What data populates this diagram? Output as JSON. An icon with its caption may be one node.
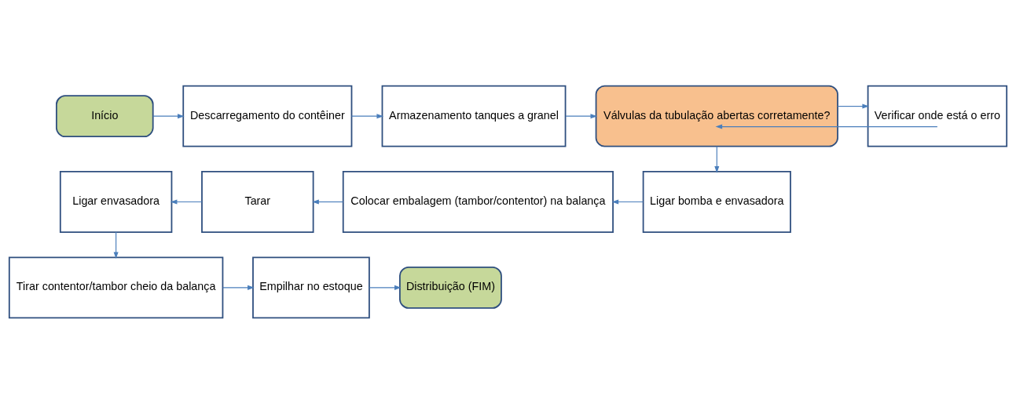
{
  "diagram": {
    "nodes": [
      {
        "text": [
          "Início"
        ]
      },
      {
        "text": [
          "Descarregamento do contêiner"
        ]
      },
      {
        "text": [
          "Armazenamento tanques a granel"
        ]
      },
      {
        "text": [
          "Válvulas da tubulação abertas corretamente?"
        ]
      },
      {
        "text": [
          "Verificar onde está o erro"
        ]
      },
      {
        "text": [
          "Ligar bomba e envasadora"
        ]
      },
      {
        "text": [
          "Colocar embalagem (tambor/contentor) na balança"
        ]
      },
      {
        "text": [
          "Tarar"
        ]
      },
      {
        "text": [
          "Ligar envasadora"
        ]
      },
      {
        "text": [
          "Tirar contentor/tambor cheio da balança"
        ]
      },
      {
        "text": [
          "Empilhar no estoque"
        ]
      },
      {
        "text": [
          "Distribuição (FIM)"
        ]
      }
    ],
    "edges": [
      {
        "from": 0,
        "to": 1,
        "arrow": "to"
      },
      {
        "from": 1,
        "to": 2,
        "arrow": "to"
      },
      {
        "from": 2,
        "to": 3,
        "arrow": "to"
      },
      {
        "from": 3,
        "to": 4,
        "arrow": "to"
      },
      {
        "from": 4,
        "to": 3,
        "arrow": "to"
      },
      {
        "from": 3,
        "to": 5,
        "arrow": "to"
      },
      {
        "from": 5,
        "to": 6,
        "arrow": "to"
      },
      {
        "from": 6,
        "to": 7,
        "arrow": "to"
      },
      {
        "from": 7,
        "to": 8,
        "arrow": "to"
      },
      {
        "from": 8,
        "to": 9,
        "arrow": "to"
      },
      {
        "from": 9,
        "to": 10,
        "arrow": "to"
      },
      {
        "from": 10,
        "to": 11,
        "arrow": "to"
      }
    ]
  }
}
